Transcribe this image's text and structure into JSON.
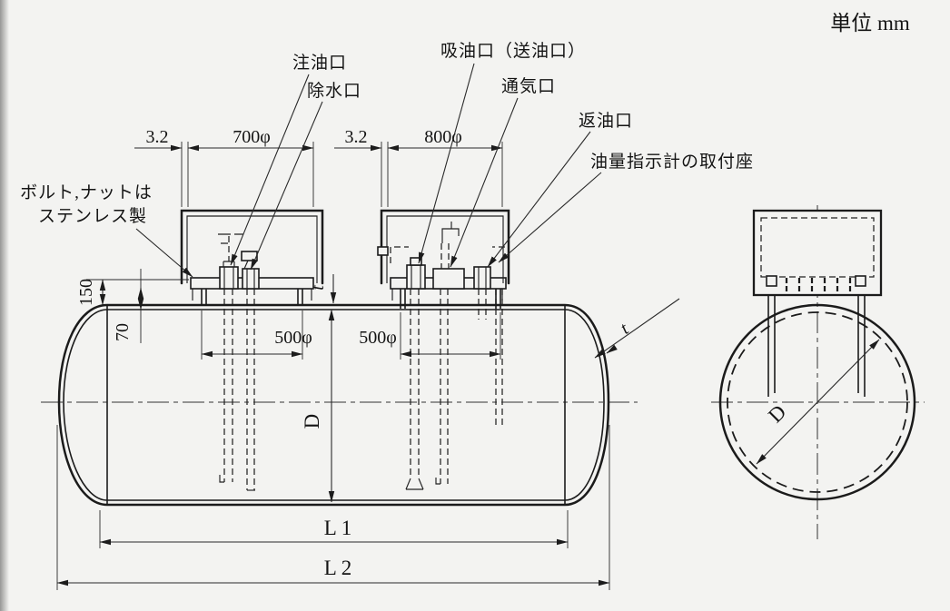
{
  "drawing": {
    "unit_label": "単位  mm",
    "callouts": {
      "fill_port": "注油口",
      "water_drain_port": "除水口",
      "suction_port": "吸油口（送油口）",
      "vent_port": "通気口",
      "return_port": "返油口",
      "gauge_seat": "油量指示計の取付座",
      "bolt_note_line1": "ボルト,ナットは",
      "bolt_note_line2": "ステンレス製"
    },
    "dimensions": {
      "wall_thickness_left": "3.2",
      "manhole_left_dia": "700φ",
      "wall_thickness_right": "3.2",
      "manhole_right_dia": "800φ",
      "height_150": "150",
      "height_70": "70",
      "neck_left_dia": "500φ",
      "neck_right_dia": "500φ",
      "shell_thickness_top": "t",
      "head_thickness": "t",
      "diameter_side": "D",
      "diameter_front": "D",
      "length_l1": "L 1",
      "length_l2": "L 2"
    },
    "colors": {
      "line": "#1b1b1b",
      "paper": "#f3f3f1"
    }
  }
}
